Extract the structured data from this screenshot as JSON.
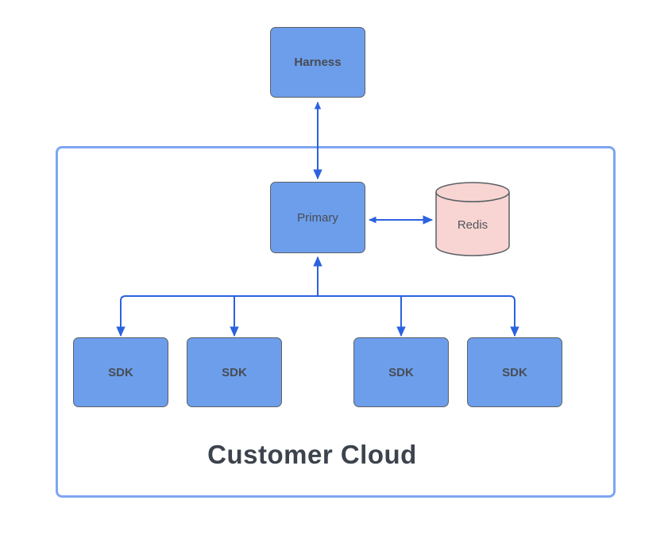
{
  "diagram": {
    "container": {
      "title": "Customer Cloud"
    },
    "nodes": {
      "harness": {
        "label": "Harness",
        "shape": "rounded-rectangle"
      },
      "primary": {
        "label": "Primary",
        "shape": "rounded-rectangle"
      },
      "redis": {
        "label": "Redis",
        "shape": "database-cylinder"
      },
      "sdk1": {
        "label": "SDK",
        "shape": "rounded-rectangle"
      },
      "sdk2": {
        "label": "SDK",
        "shape": "rounded-rectangle"
      },
      "sdk3": {
        "label": "SDK",
        "shape": "rounded-rectangle"
      },
      "sdk4": {
        "label": "SDK",
        "shape": "rounded-rectangle"
      }
    },
    "edges": [
      {
        "from": "harness",
        "to": "primary",
        "direction": "bidirectional"
      },
      {
        "from": "primary",
        "to": "redis",
        "direction": "bidirectional"
      },
      {
        "from": "sdk-bus",
        "to": "primary",
        "direction": "into-primary"
      },
      {
        "from": "primary-bus",
        "to": "sdk1",
        "direction": "into-sdk"
      },
      {
        "from": "primary-bus",
        "to": "sdk2",
        "direction": "into-sdk"
      },
      {
        "from": "primary-bus",
        "to": "sdk3",
        "direction": "into-sdk"
      },
      {
        "from": "primary-bus",
        "to": "sdk4",
        "direction": "into-sdk"
      }
    ],
    "colors": {
      "node_fill": "#6d9eeb",
      "node_border": "#5b6066",
      "node_text": "#474c53",
      "redis_fill": "#f8d5d2",
      "redis_border": "#5b6066",
      "edge": "#2b62df",
      "container_border": "#7ea6f2",
      "title_text": "#3d434d",
      "background": "#ffffff"
    }
  }
}
